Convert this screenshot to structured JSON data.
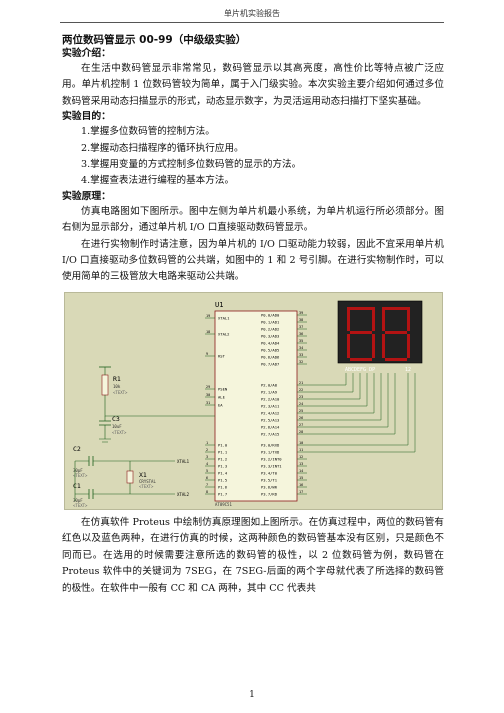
{
  "header": {
    "text": "单片机实验报告"
  },
  "title": "两位数码管显示 00-99（中级级实验）",
  "sections": {
    "intro": {
      "heading": "实验介绍：",
      "paragraph": "在生活中数码管显示非常常见，数码管显示以其高亮度，高性价比等特点被广泛应用。单片机控制 1 位数码管较为简单，属于入门级实验。本次实验主要介绍如何通过多位数码管采用动态扫描显示的形式，动态显示数字，为灵活运用动态扫描打下坚实基础。"
    },
    "goals": {
      "heading": "实验目的：",
      "items": [
        "1.掌握多位数码管的控制方法。",
        "2.掌握动态扫描程序的循环执行应用。",
        "3.掌握用变量的方式控制多位数码管的显示的方法。",
        "4.掌握查表法进行编程的基本方法。"
      ]
    },
    "principle": {
      "heading": "实验原理：",
      "paragraphs": [
        "仿真电路图如下图所示。图中左侧为单片机最小系统，为单片机运行所必须部分。图右侧为显示部分，通过单片机 I/O 口直接驱动数码管显示。",
        "在进行实物制作时请注意，因为单片机的 I/O 口驱动能力较弱，因此不宜采用单片机 I/O 口直接驱动多位数码管的公共端，如图中的 1 和 2 号引脚。在进行实物制作时，可以使用简单的三极管放大电路来驱动公共端。"
      ]
    },
    "after_figure": {
      "paragraph": "在仿真软件 Proteus 中绘制仿真原理图如上图所示。在仿真过程中，两位的数码管有红色以及蓝色两种，在进行仿真的时候，这两种颜色的数码管基本没有区别，只是颜色不同而已。在选用的时候需要注意所选的数码管的极性，以 2 位数码管为例，数码管在 Proteus 软件中的关键词为 7SEG，在 7SEG-后面的两个字母就代表了所选择的数码管的极性。在软件中一般有 CC 和 CA 两种，其中 CC 代表共"
    }
  },
  "figure": {
    "u1_ref": "U1",
    "u1_part": "AT89C51",
    "left_pins": [
      {
        "num": "19",
        "label": "XTAL1"
      },
      {
        "num": "18",
        "label": "XTAL2"
      },
      {
        "num": "9",
        "label": "RST"
      },
      {
        "num": "29",
        "label": "PSEN"
      },
      {
        "num": "30",
        "label": "ALE"
      },
      {
        "num": "31",
        "label": "EA"
      },
      {
        "num": "1",
        "label": "P1.0"
      },
      {
        "num": "2",
        "label": "P1.1"
      },
      {
        "num": "3",
        "label": "P1.2"
      },
      {
        "num": "4",
        "label": "P1.3"
      },
      {
        "num": "5",
        "label": "P1.4"
      },
      {
        "num": "6",
        "label": "P1.5"
      },
      {
        "num": "7",
        "label": "P1.6"
      },
      {
        "num": "8",
        "label": "P1.7"
      }
    ],
    "p0_pins": [
      {
        "num": "39",
        "label": "P0.0/AD0"
      },
      {
        "num": "38",
        "label": "P0.1/AD1"
      },
      {
        "num": "37",
        "label": "P0.2/AD2"
      },
      {
        "num": "36",
        "label": "P0.3/AD3"
      },
      {
        "num": "35",
        "label": "P0.4/AD4"
      },
      {
        "num": "34",
        "label": "P0.5/AD5"
      },
      {
        "num": "33",
        "label": "P0.6/AD6"
      },
      {
        "num": "32",
        "label": "P0.7/AD7"
      }
    ],
    "p2_pins": [
      {
        "num": "21",
        "label": "P2.0/A8"
      },
      {
        "num": "22",
        "label": "P2.1/A9"
      },
      {
        "num": "23",
        "label": "P2.2/A10"
      },
      {
        "num": "24",
        "label": "P2.3/A11"
      },
      {
        "num": "25",
        "label": "P2.4/A12"
      },
      {
        "num": "26",
        "label": "P2.5/A13"
      },
      {
        "num": "27",
        "label": "P2.6/A14"
      },
      {
        "num": "28",
        "label": "P2.7/A15"
      }
    ],
    "p3_pins": [
      {
        "num": "10",
        "label": "P3.0/RXD"
      },
      {
        "num": "11",
        "label": "P3.1/TXD"
      },
      {
        "num": "12",
        "label": "P3.2/INT0"
      },
      {
        "num": "13",
        "label": "P3.3/INT1"
      },
      {
        "num": "14",
        "label": "P3.4/T0"
      },
      {
        "num": "15",
        "label": "P3.5/T1"
      },
      {
        "num": "16",
        "label": "P3.6/WR"
      },
      {
        "num": "17",
        "label": "P3.7/RD"
      }
    ],
    "r1": {
      "ref": "R1",
      "value": "10k",
      "text": "<TEXT>"
    },
    "c3": {
      "ref": "C3",
      "value": "10uF",
      "text": "<TEXT>"
    },
    "c2": {
      "ref": "C2",
      "value": "30pF",
      "text": "<TEXT>"
    },
    "c1": {
      "ref": "C1",
      "value": "30pF",
      "text": "<TEXT>"
    },
    "x1": {
      "ref": "X1",
      "value": "CRYSTAL",
      "text": "<TEXT>"
    },
    "xtal1_label": "XTAL1",
    "xtal2_label": "XTAL2",
    "display_segments": "ABCDEFG  DP",
    "display_common": "12",
    "colors": {
      "background": "#d9d9b7",
      "wire": "#1b5e1b",
      "chip_fill": "#f5f5dc",
      "chip_border": "#8b1a1a",
      "segment_on": "#cc1111",
      "segment_bg": "#222222"
    }
  },
  "page_number": "1"
}
